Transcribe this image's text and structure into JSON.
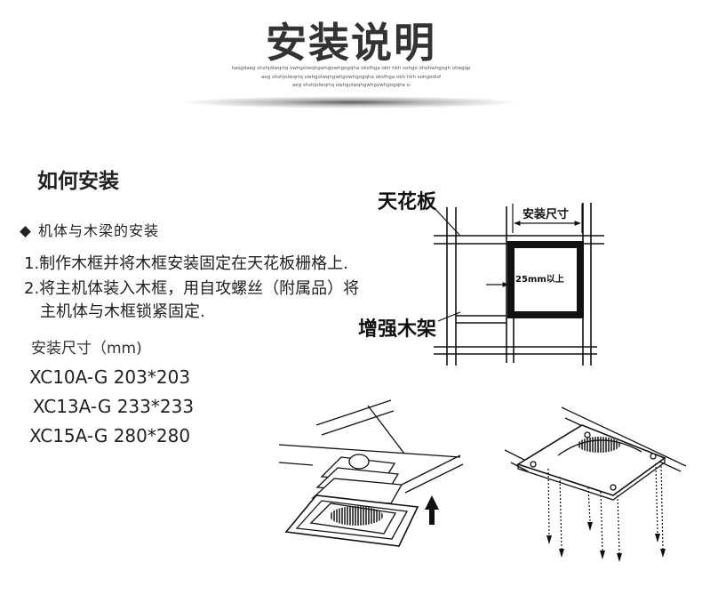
{
  "header": {
    "title": "安装说明",
    "subtitle_lines": [
      "hasgdaeg shshjolwqrtq owhgolwqhgwhgowhgogqha oksfhga okh hkh sohgo ohohwhgogh ohegqp",
      "aeg shshjolwqrtq owhgolwqhgwhgowhgogqha oksfhga okh hkh sohgodlsf",
      "aeg shshjolwqrtq owhgolwqhgwhgowhgogqha o"
    ]
  },
  "section": {
    "title": "如何安装",
    "bullet_icon": "diamond-bullet-icon",
    "subheading": "机体与木梁的安装",
    "steps": [
      "1.制作木框并将木框安装固定在天花板栅格上.",
      "2.将主机体装入木框，用自攻螺丝（附属品）将",
      "主机体与木框锁紧固定."
    ]
  },
  "sizes": {
    "heading": "安装尺寸（mm)",
    "models": [
      "XC10A-G 203*203",
      "XC13A-G 233*233",
      "XC15A-G 280*280"
    ]
  },
  "diagram": {
    "ceiling_label": "天花板",
    "size_label": "安装尺寸",
    "clearance_label": "25mm以上",
    "reinforce_label": "增强木架",
    "arrow_icon": "up-arrow-icon"
  },
  "colors": {
    "background": "#ffffff",
    "text": "#222222",
    "title": "#333333",
    "line": "#111111"
  }
}
